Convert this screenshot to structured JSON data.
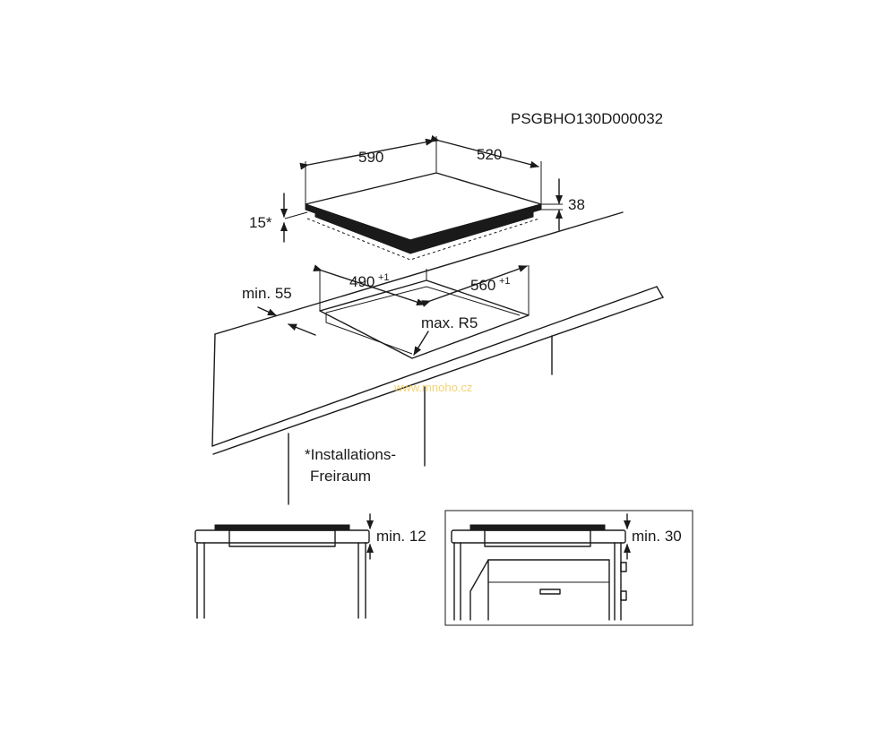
{
  "code": "PSGBHO130D000032",
  "dimensions": {
    "width": "590",
    "depth": "520",
    "height": "38",
    "gap": "15*",
    "cutout_width": "490",
    "cutout_width_tol": "+1",
    "cutout_depth": "560",
    "cutout_depth_tol": "+1",
    "edge_min": "min. 55",
    "radius": "max. R5"
  },
  "note_line1": "*Installations-",
  "note_line2": "Freiraum",
  "detail_left": "min. 12",
  "detail_right": "min. 30",
  "watermark": "www.mnoho.cz"
}
